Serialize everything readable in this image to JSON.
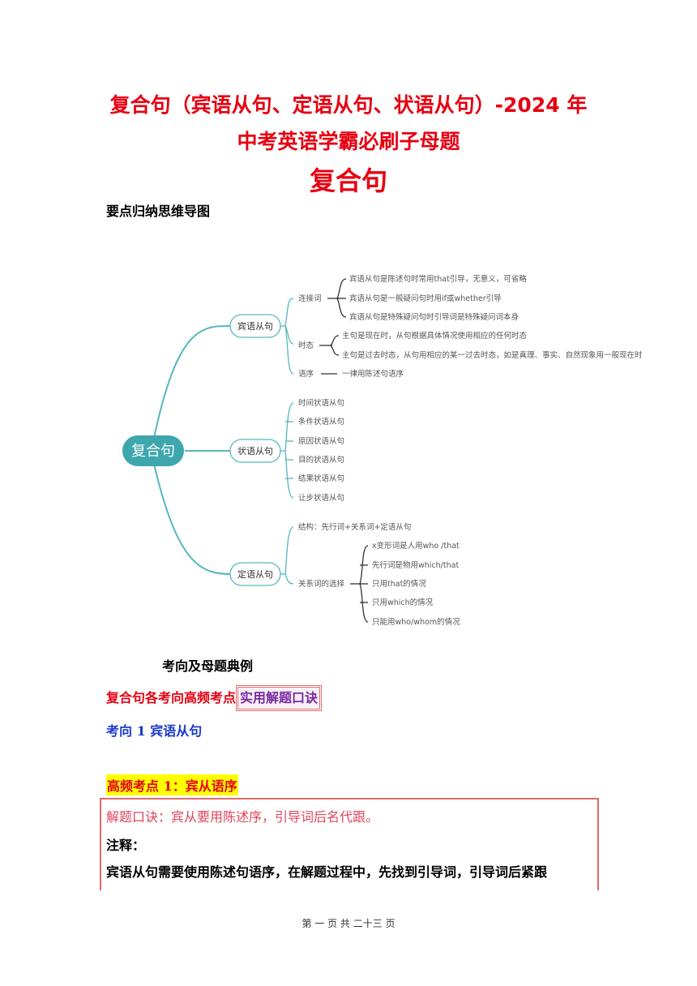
{
  "title": {
    "line1": "复合句（宾语从句、定语从句、状语从句）-2024 年",
    "line2": "中考英语学霸必刷子母题",
    "line3": "复合句"
  },
  "summary_heading": "要点归纳思维导图",
  "mindmap": {
    "root": "复合句",
    "branches": {
      "object": "宾语从句",
      "adverbial": "状语从句",
      "attributive": "定语从句"
    },
    "object_sub": {
      "connector": "连接词",
      "tense": "时态",
      "order": "语序"
    },
    "connector_items": [
      "宾语从句是陈述句时常用that引导，无意义，可省略",
      "宾语从句是一般疑问句时用if或whether引导",
      "宾语从句是特殊疑问句时引导词是特殊疑问词本身"
    ],
    "tense_items": [
      "主句是现在时，从句根据具体情况使用相应的任何时态",
      "主句是过去时态，从句用相应的某一过去时态，如是真理、事实、自然现象用一般现在时"
    ],
    "order_item": "一律用陈述句语序",
    "adverbial_items": [
      "时间状语从句",
      "条件状语从句",
      "原因状语从句",
      "目的状语从句",
      "结果状语从句",
      "让步状语从句"
    ],
    "attributive_sub": {
      "structure": "结构：先行词+关系词+定语从句",
      "choice": "关系词的选择"
    },
    "choice_items": [
      "x变形词是人用who /that",
      "先行词是物用which/that",
      "只用that的情况",
      "只用which的情况",
      "只能用who/whom的情况"
    ],
    "colors": {
      "line": "#55b7bd",
      "root_fill": "#3ea6ad"
    }
  },
  "section_heading": "考向及母题典例",
  "intro": {
    "text": "复合句各考向高频考点",
    "tip": "实用解题口诀"
  },
  "direction1": "考向 1  宾语从句",
  "point1": "高频考点 1：宾从语序",
  "box": {
    "formula": "解题口诀：宾从要用陈述序，引导词后名代跟。",
    "note_label": "注释：",
    "note_text": "宾语从句需要使用陈述句语序，在解题过程中，先找到引导词，引导词后紧跟"
  },
  "footer": "第 一 页 共 二十三 页"
}
